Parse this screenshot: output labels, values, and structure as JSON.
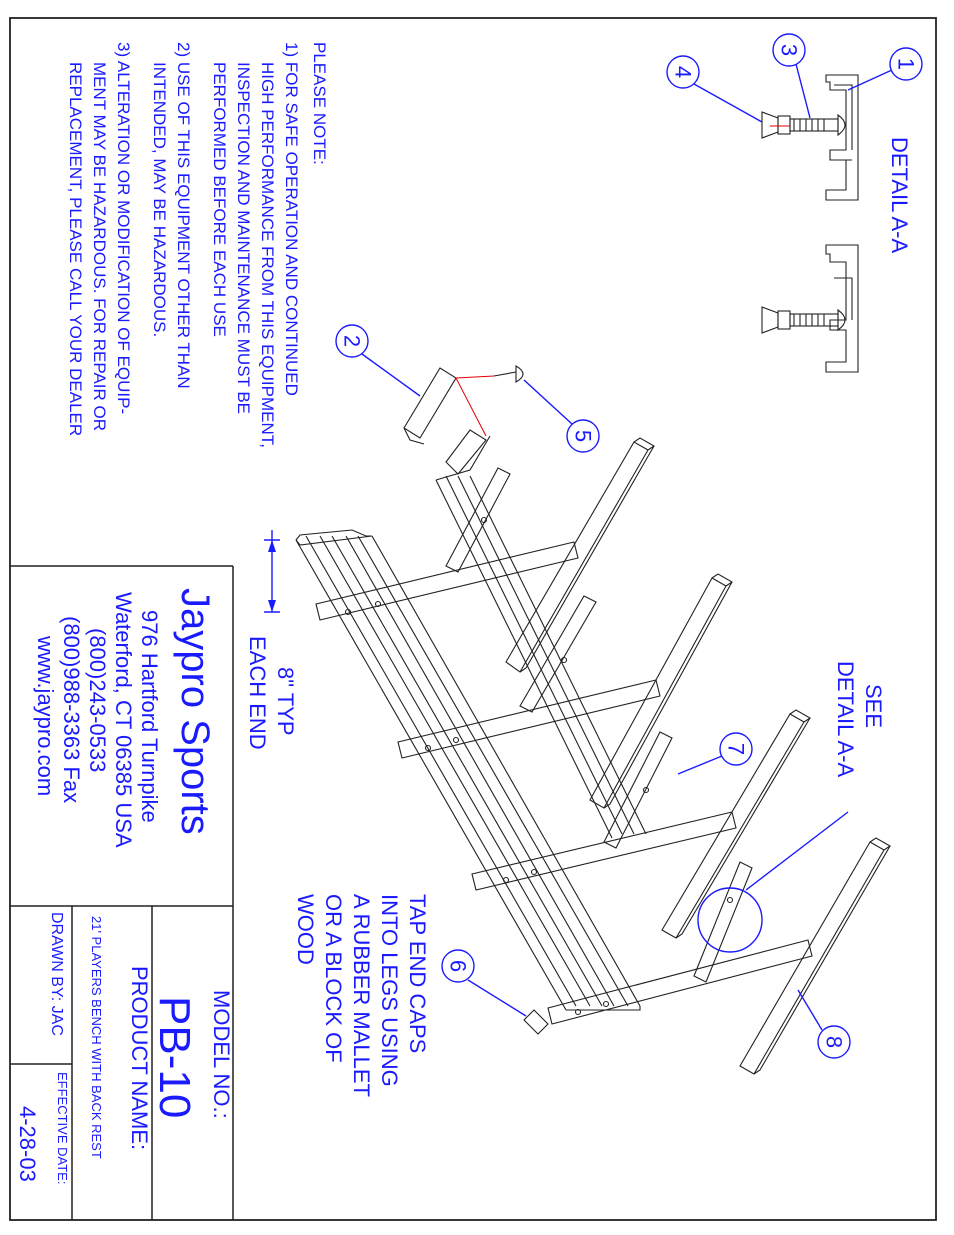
{
  "drawing": {
    "detail_title": "DETAIL A-A",
    "see_detail": [
      "SEE",
      "DETAIL A-A"
    ],
    "end_caps_note": [
      "TAP END CAPS",
      "INTO LEGS USING",
      "A RUBBER MALLET",
      "OR A BLOCK OF",
      "WOOD"
    ],
    "dimension_note": [
      "8\" TYP",
      "EACH END"
    ],
    "callouts": [
      "1",
      "2",
      "3",
      "4",
      "5",
      "6",
      "7",
      "8"
    ]
  },
  "notes": {
    "heading": "PLEASE NOTE:",
    "lines": [
      "1) FOR SAFE OPERATION AND CONTINUED",
      "HIGH PERFORMANCE FROM THIS EQUIPMENT,",
      "INSPECTION AND MAINTENANCE MUST BE",
      "PERFORMED BEFORE EACH USE",
      "2) USE OF THIS EQUIPMENT OTHER THAN",
      "INTENDED, MAY BE HAZARDOUS.",
      "3) ALTERATION OR MODIFICATION OF EQUIP-",
      "MENT MAY BE HAZARDOUS.  FOR REPAIR OR",
      "REPLACEMENT, PLEASE CALL YOUR DEALER"
    ]
  },
  "company": {
    "name": "Jaypro Sports",
    "address1": "976 Hartford Turnpike",
    "address2": "Waterford, CT 06385 USA",
    "phone": "(800)243-0533",
    "fax": "(800)988-3363 Fax",
    "web": "www.jaypro.com"
  },
  "title_block": {
    "model_label": "MODEL NO.:",
    "model": "PB-10",
    "product_label": "PRODUCT NAME:",
    "product": "21' PLAYERS BENCH WITH BACK REST",
    "drawn_by": "DRAWN BY: JAC",
    "effective_label": "EFFECTIVE DATE:",
    "effective_date": "4-28-03"
  },
  "colors": {
    "ink": "#1a1aff",
    "line": "#222222",
    "dimension": "#e00000"
  }
}
